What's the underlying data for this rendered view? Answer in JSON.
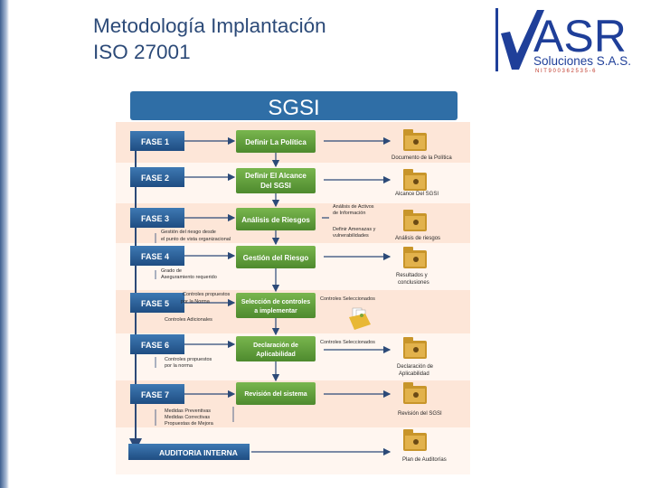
{
  "slide": {
    "title_line1": "Metodología Implantación",
    "title_line2": "ISO 27001"
  },
  "logo": {
    "name": "ASR",
    "subtitle": "Soluciones S.A.S.",
    "nit": "N I T  9 0 0 3 6 2 5 3 5 - 6",
    "brand_blue": "#1f3f99",
    "check_blue": "#1f3f99",
    "nit_red": "#c0392b"
  },
  "diagram": {
    "header": "SGSI",
    "colors": {
      "header_bg": "#2f6ea6",
      "band_light": "#fde6d8",
      "band_white": "#fff6f0",
      "phase_bg": "#2c5f95",
      "process_bg": "#5fa03c",
      "arrow": "#2c4a78"
    },
    "phases": [
      {
        "label": "FASE 1"
      },
      {
        "label": "FASE 2"
      },
      {
        "label": "FASE 3"
      },
      {
        "label": "FASE 4"
      },
      {
        "label": "FASE 5"
      },
      {
        "label": "FASE 6"
      },
      {
        "label": "FASE 7"
      }
    ],
    "process_boxes": [
      {
        "line1": "Definir La Política",
        "line2": ""
      },
      {
        "line1": "Definir El Alcance",
        "line2": "Del SGSI"
      },
      {
        "line1": "Análisis de Riesgos",
        "line2": ""
      },
      {
        "line1": "Gestión del Riesgo",
        "line2": ""
      },
      {
        "line1": "Selección de controles",
        "line2": "a implementar"
      },
      {
        "line1": "Declaración de",
        "line2": "Aplicabilidad"
      },
      {
        "line1": "Revisión del sistema",
        "line2": ""
      }
    ],
    "outputs": [
      {
        "label": "Documento de la Política"
      },
      {
        "label": "Alcance Del SGSI"
      },
      {
        "label": "Análisis de riesgos"
      },
      {
        "line1": "Resultados y",
        "line2": "conclusiones"
      },
      {
        "line1": "Declaración de",
        "line2": "Aplicabilidad"
      },
      {
        "label": "Revisión del SGSI"
      },
      {
        "label": "Plan de Auditorías"
      }
    ],
    "notes": {
      "f3_right_1a": "Análisis de Activos",
      "f3_right_1b": "de Información",
      "f3_right_2a": "Definir Amenazas y",
      "f3_right_2b": "vulnerabilidades",
      "f3_left_1": "Gestión del riesgo desde",
      "f3_left_2": "el punto de vista organizacional",
      "f4_left_1": "Grado de",
      "f4_left_2": "Aseguramiento requerido",
      "f5_left_1": "Controles propuestos",
      "f5_left_2": "por la Norma",
      "f5_left_3": "Controles Adicionales",
      "f5_right": "Controles Seleccionados",
      "f6_right": "Controles Seleccionados",
      "f6_left_1": "Controles propuestos",
      "f6_left_2": "por la norma",
      "f7_left_1": "Medidas Preventivas",
      "f7_left_2": "Medidas Correctivas",
      "f7_left_3": "Propuestas de Mejora"
    },
    "audit": "AUDITORIA INTERNA"
  }
}
